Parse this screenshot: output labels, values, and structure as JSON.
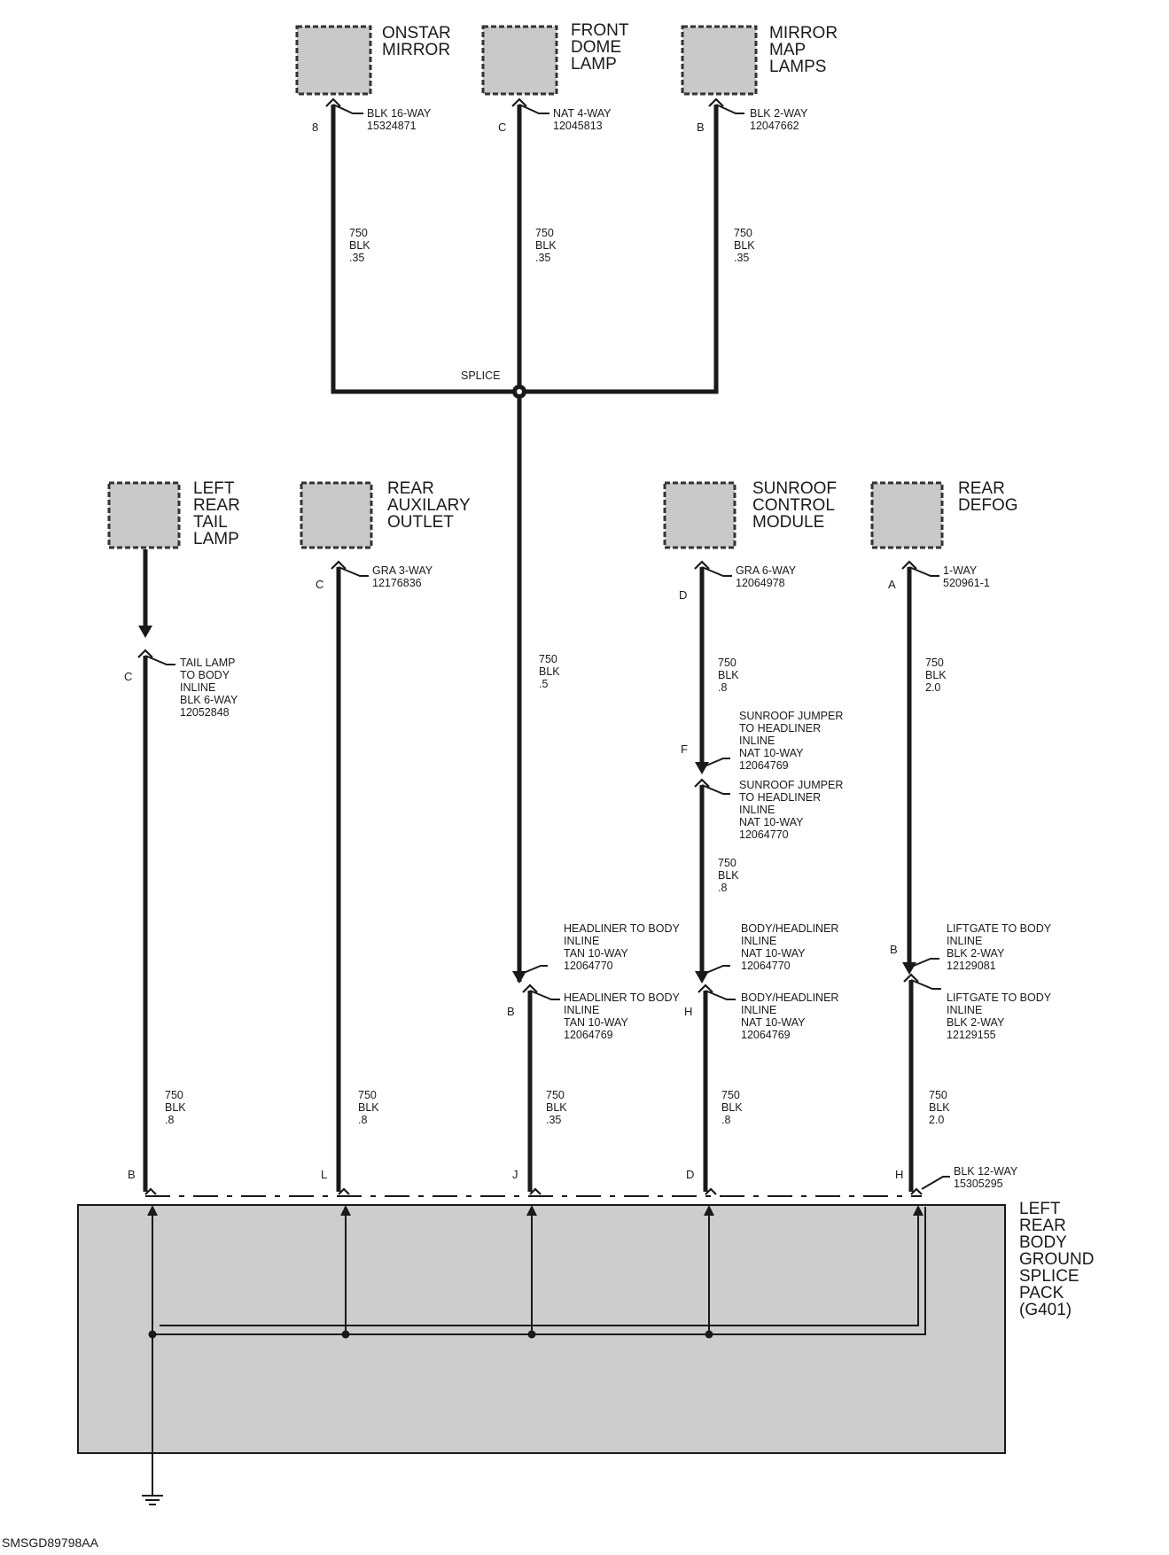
{
  "components": {
    "onstar_mirror": [
      "ONSTAR",
      "MIRROR"
    ],
    "front_dome_lamp": [
      "FRONT",
      "DOME",
      "LAMP"
    ],
    "mirror_map_lamps": [
      "MIRROR",
      "MAP",
      "LAMPS"
    ],
    "left_rear_tail_lamp": [
      "LEFT",
      "REAR",
      "TAIL",
      "LAMP"
    ],
    "rear_auxilary_outlet": [
      "REAR",
      "AUXILARY",
      "OUTLET"
    ],
    "sunroof_control_module": [
      "SUNROOF",
      "CONTROL",
      "MODULE"
    ],
    "rear_defog": [
      "REAR",
      "DEFOG"
    ],
    "ground_splice_pack": [
      "LEFT",
      "REAR",
      "BODY",
      "GROUND",
      "SPLICE",
      "PACK",
      "(G401)"
    ]
  },
  "connectors": {
    "onstar": {
      "pin": "8",
      "lines": [
        "BLK 16-WAY",
        "15324871"
      ]
    },
    "dome": {
      "pin": "C",
      "lines": [
        "NAT 4-WAY",
        "12045813"
      ]
    },
    "map": {
      "pin": "B",
      "lines": [
        "BLK 2-WAY",
        "12047662"
      ]
    },
    "tail_lamp": {
      "pin": "C",
      "lines": [
        "TAIL LAMP",
        "TO BODY",
        "INLINE",
        "BLK 6-WAY",
        "12052848"
      ]
    },
    "aux_outlet": {
      "pin": "C",
      "lines": [
        "GRA 3-WAY",
        "12176836"
      ]
    },
    "sunroof": {
      "pin": "D",
      "lines": [
        "GRA 6-WAY",
        "12064978"
      ]
    },
    "defog": {
      "pin": "A",
      "lines": [
        "1-WAY",
        "520961-1"
      ]
    },
    "sunroof_jumper_top": {
      "pin": "F",
      "lines": [
        "SUNROOF JUMPER",
        "TO HEADLINER",
        "INLINE",
        "NAT 10-WAY",
        "12064769"
      ]
    },
    "sunroof_jumper_bottom": {
      "lines": [
        "SUNROOF JUMPER",
        "TO HEADLINER",
        "INLINE",
        "NAT 10-WAY",
        "12064770"
      ]
    },
    "headliner_body_top": {
      "lines": [
        "HEADLINER TO BODY",
        "INLINE",
        "TAN 10-WAY",
        "12064770"
      ]
    },
    "headliner_body_bottom": {
      "pin": "B",
      "lines": [
        "HEADLINER TO BODY",
        "INLINE",
        "TAN 10-WAY",
        "12064769"
      ]
    },
    "body_headliner_top": {
      "lines": [
        "BODY/HEADLINER",
        "INLINE",
        "NAT 10-WAY",
        "12064770"
      ]
    },
    "body_headliner_bottom": {
      "pin": "H",
      "lines": [
        "BODY/HEADLINER",
        "INLINE",
        "NAT 10-WAY",
        "12064769"
      ]
    },
    "liftgate_top": {
      "pin": "B",
      "lines": [
        "LIFTGATE TO BODY",
        "INLINE",
        "BLK 2-WAY",
        "12129081"
      ]
    },
    "liftgate_bottom": {
      "lines": [
        "LIFTGATE TO BODY",
        "INLINE",
        "BLK 2-WAY",
        "12129155"
      ]
    },
    "splice_pack": {
      "lines": [
        "BLK 12-WAY",
        "15305295"
      ]
    }
  },
  "splice_pack_pins": [
    "B",
    "L",
    "J",
    "D",
    "H"
  ],
  "wires": {
    "onstar": [
      "750",
      "BLK",
      ".35"
    ],
    "dome": [
      "750",
      "BLK",
      ".35"
    ],
    "map": [
      "750",
      "BLK",
      ".35"
    ],
    "splice_down": [
      "750",
      "BLK",
      ".5"
    ],
    "sunroof_upper": [
      "750",
      "BLK",
      ".8"
    ],
    "sunroof_mid": [
      "750",
      "BLK",
      ".8"
    ],
    "defog_upper": [
      "750",
      "BLK",
      "2.0"
    ],
    "tail_lower": [
      "750",
      "BLK",
      ".8"
    ],
    "aux_lower": [
      "750",
      "BLK",
      ".8"
    ],
    "headliner_lower": [
      "750",
      "BLK",
      ".35"
    ],
    "sunroof_lower": [
      "750",
      "BLK",
      ".8"
    ],
    "defog_lower": [
      "750",
      "BLK",
      "2.0"
    ]
  },
  "splice_label": "SPLICE",
  "figure_id": "SMSGD89798AA"
}
